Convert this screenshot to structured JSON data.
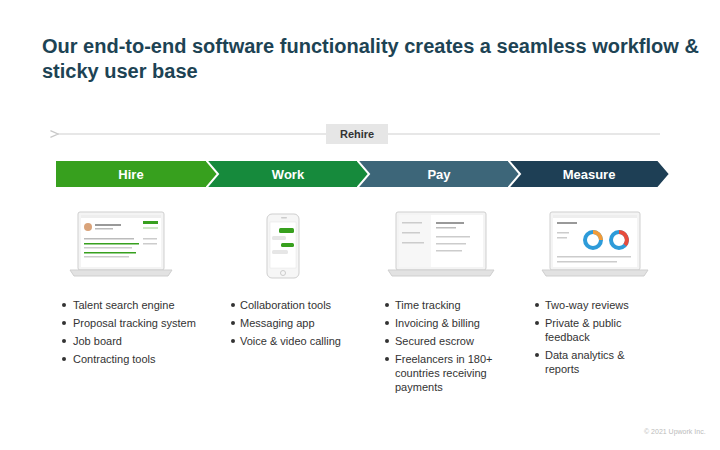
{
  "diagram": {
    "title": "Our end-to-end software functionality creates a seamless workflow & sticky user base",
    "nodes": [
      {
        "text": [
          "Hire"
        ]
      },
      {
        "text": [
          "Work"
        ]
      },
      {
        "text": [
          "Pay"
        ]
      },
      {
        "text": [
          "Measure"
        ]
      }
    ],
    "labels": [
      "Rehire",
      "Talent search engine",
      "Proposal tracking system",
      "Job board",
      "Contracting tools",
      "Collaboration tools",
      "Messaging app",
      "Voice & video calling",
      "Time tracking",
      "Invoicing & billing",
      "Secured escrow",
      "Freelancers in 180+ countries receiving payments",
      "Two-way reviews",
      "Private & public feedback",
      "Data analytics & reports",
      "© 2021 Upwork Inc."
    ]
  }
}
